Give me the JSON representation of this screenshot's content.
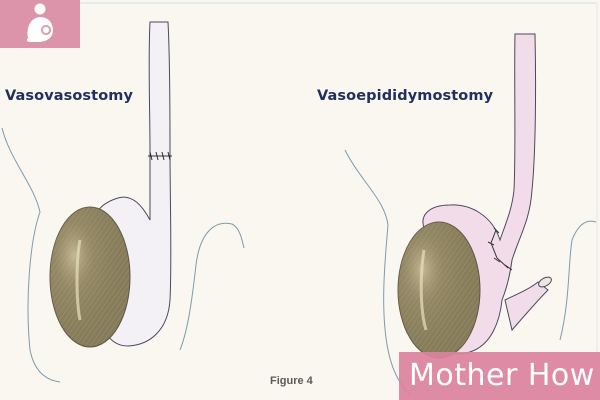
{
  "figure": {
    "caption": "Figure 4",
    "panels": [
      {
        "title": "Vasovasostomy"
      },
      {
        "title": "Vasoepididymostomy"
      }
    ]
  },
  "watermark": {
    "logo_icon": "breastfeeding-mother-icon",
    "brand": "Mother How",
    "color": "#dc94aa"
  },
  "colors": {
    "background": "#faf7f1",
    "label_text": "#1f2f5e",
    "testis": "#8a7f5c",
    "epididymis_left": "#f4f1f6",
    "epididymis_right": "#f3dcea",
    "outline": "#4a4a5a",
    "scrotum_line": "#7a9cab"
  }
}
